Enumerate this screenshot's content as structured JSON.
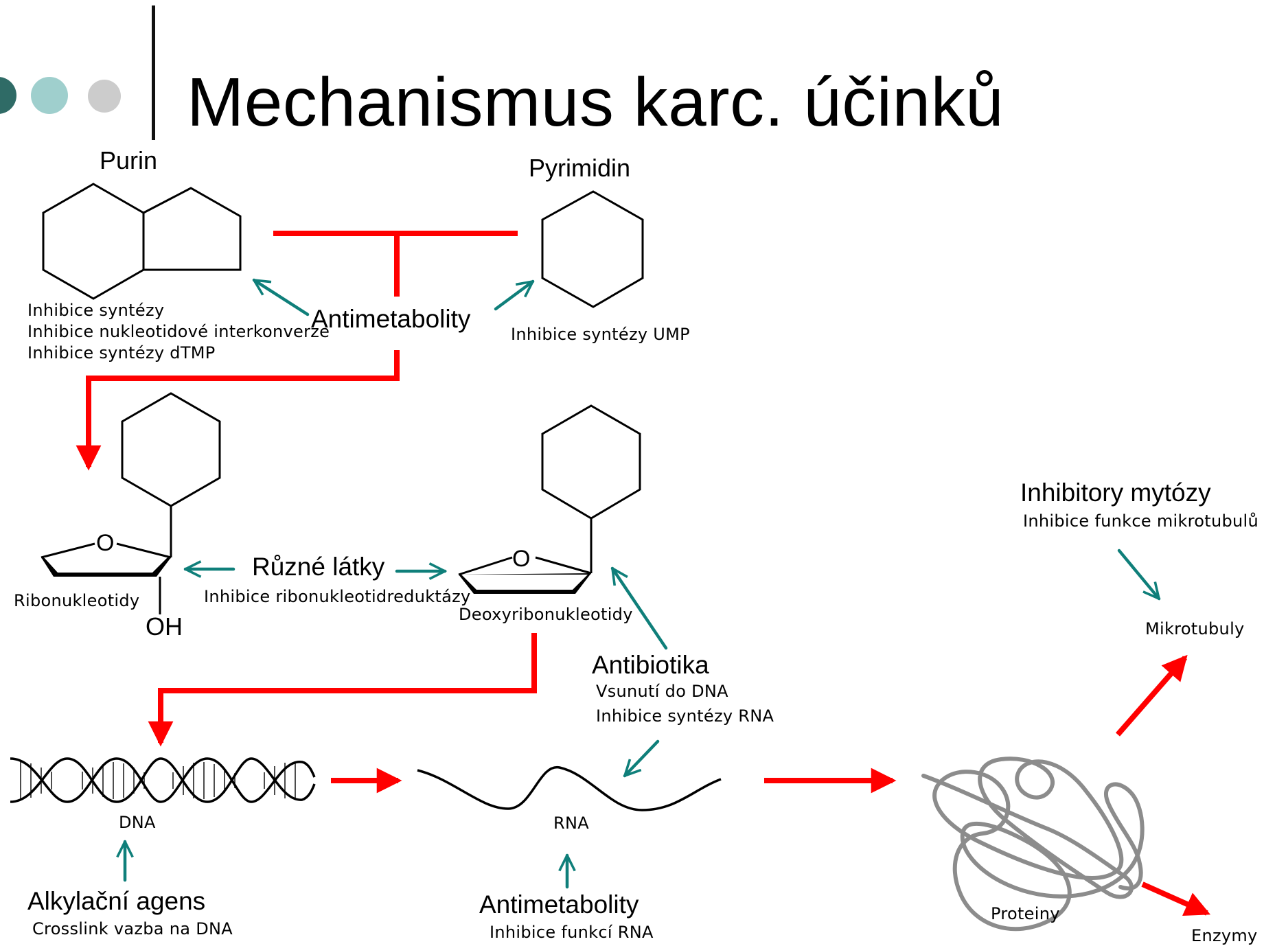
{
  "title": "Mechanismus karc. účinků",
  "colors": {
    "dot_dark": "#2f6b66",
    "dot_teal": "#9fcfcd",
    "dot_grey": "#cccccc",
    "inhibitor_arrow": "#0f7f7a",
    "pathway_arrow": "#ff0000",
    "protein": "#8c8c8c"
  },
  "molecules": {
    "purin": "Purin",
    "pyrimidin": "Pyrimidin",
    "ring_oxygen": "O",
    "hydroxyl": "OH",
    "ribonukleotidy": "Ribonukleotidy",
    "deoxyribonukleotidy": "Deoxyribonukleotidy",
    "dna": "DNA",
    "rna": "RNA",
    "proteiny": "Proteiny",
    "mikrotubuly": "Mikrotubuly",
    "enzymy": "Enzymy"
  },
  "agents": {
    "antimetabolity_top": {
      "name": "Antimetabolity",
      "purin_effects": [
        "Inhibice syntézy",
        "Inhibice nukleotidové interkonverze",
        "Inhibice syntézy dTMP"
      ],
      "pyrimidin_effect": "Inhibice syntézy UMP"
    },
    "ruzne_latky": {
      "name": "Různé látky",
      "effect": "Inhibice ribonukleotidreduktázy"
    },
    "antibiotika": {
      "name": "Antibiotika",
      "effects": [
        "Vsunutí do DNA",
        "Inhibice syntézy RNA"
      ]
    },
    "inhibitory_mytozy": {
      "name": "Inhibitory mytózy",
      "effect": "Inhibice funkce mikrotubulů"
    },
    "alkylacni_agens": {
      "name": "Alkylační agens",
      "effect": "Crosslink vazba na DNA"
    },
    "antimetabolity_bottom": {
      "name": "Antimetabolity",
      "effect": "Inhibice funkcí RNA"
    }
  }
}
